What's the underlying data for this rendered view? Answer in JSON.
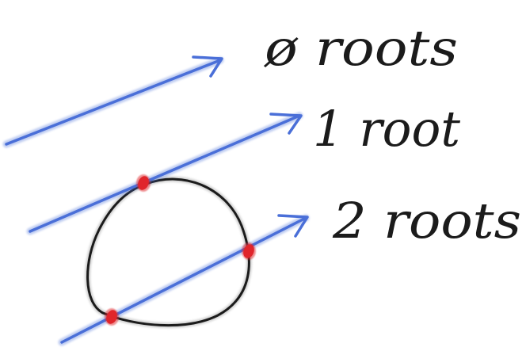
{
  "labels": {
    "zero": "ø roots",
    "one": "1 root",
    "two": "2 roots"
  },
  "colors": {
    "line": "#4a6fd8",
    "circle": "#1b1b1b",
    "point": "#e0252b",
    "background": "#ffffff"
  }
}
